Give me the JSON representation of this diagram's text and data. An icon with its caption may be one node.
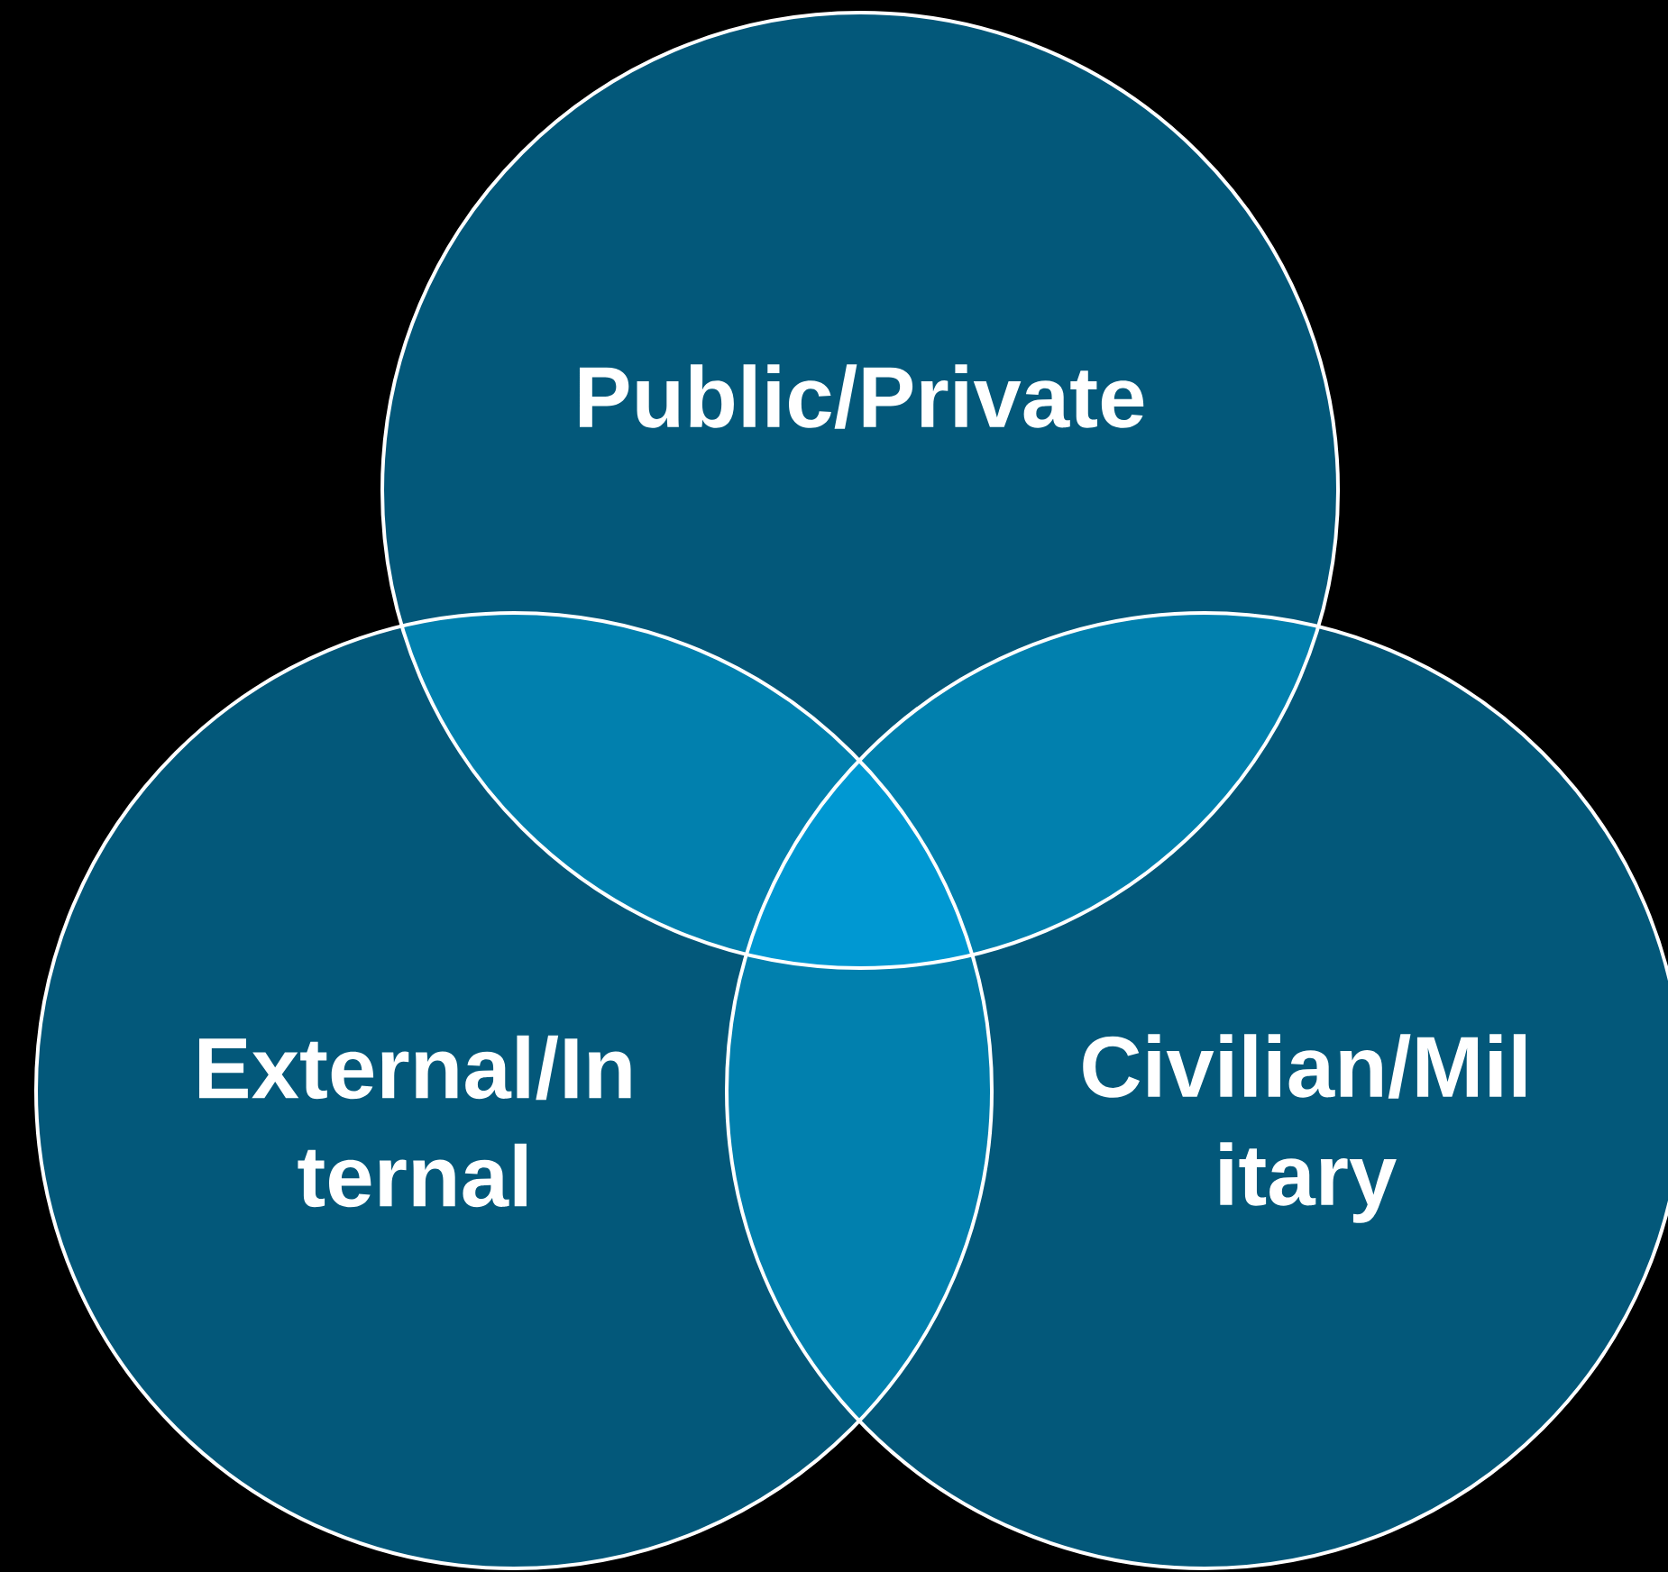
{
  "diagram": {
    "nodes": [
      {
        "text": [
          "Public/Private"
        ]
      },
      {
        "text": [
          "External/In ternal"
        ]
      },
      {
        "text": [
          "Civilian/Mil itary"
        ]
      }
    ]
  }
}
